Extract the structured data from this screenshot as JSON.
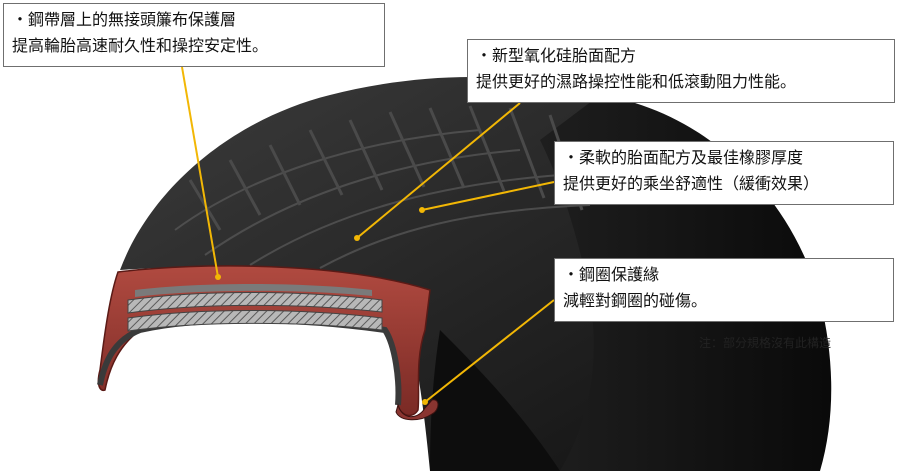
{
  "callouts": {
    "steel_belt": {
      "line1": "・鋼帶層上的無接頭簾布保護層",
      "line2": "提高輪胎高速耐久性和操控安定性。"
    },
    "tread_compound": {
      "line1": "・新型氧化硅胎面配方",
      "line2": "提供更好的濕路操控性能和低滾動阻力性能。"
    },
    "soft_compound": {
      "line1": "・柔軟的胎面配方及最佳橡膠厚度",
      "line2": "提供更好的乘坐舒適性（緩衝效果）"
    },
    "rim_protector": {
      "line1": "・鋼圈保護緣",
      "line2": "減輕對鋼圈的碰傷。"
    }
  },
  "note": "注：部分規格沒有此構造",
  "colors": {
    "leader_line": "#f2b705",
    "rubber": "#2a2a2a",
    "section_red": "#9a3a33",
    "belt": "#8c8c8c"
  }
}
